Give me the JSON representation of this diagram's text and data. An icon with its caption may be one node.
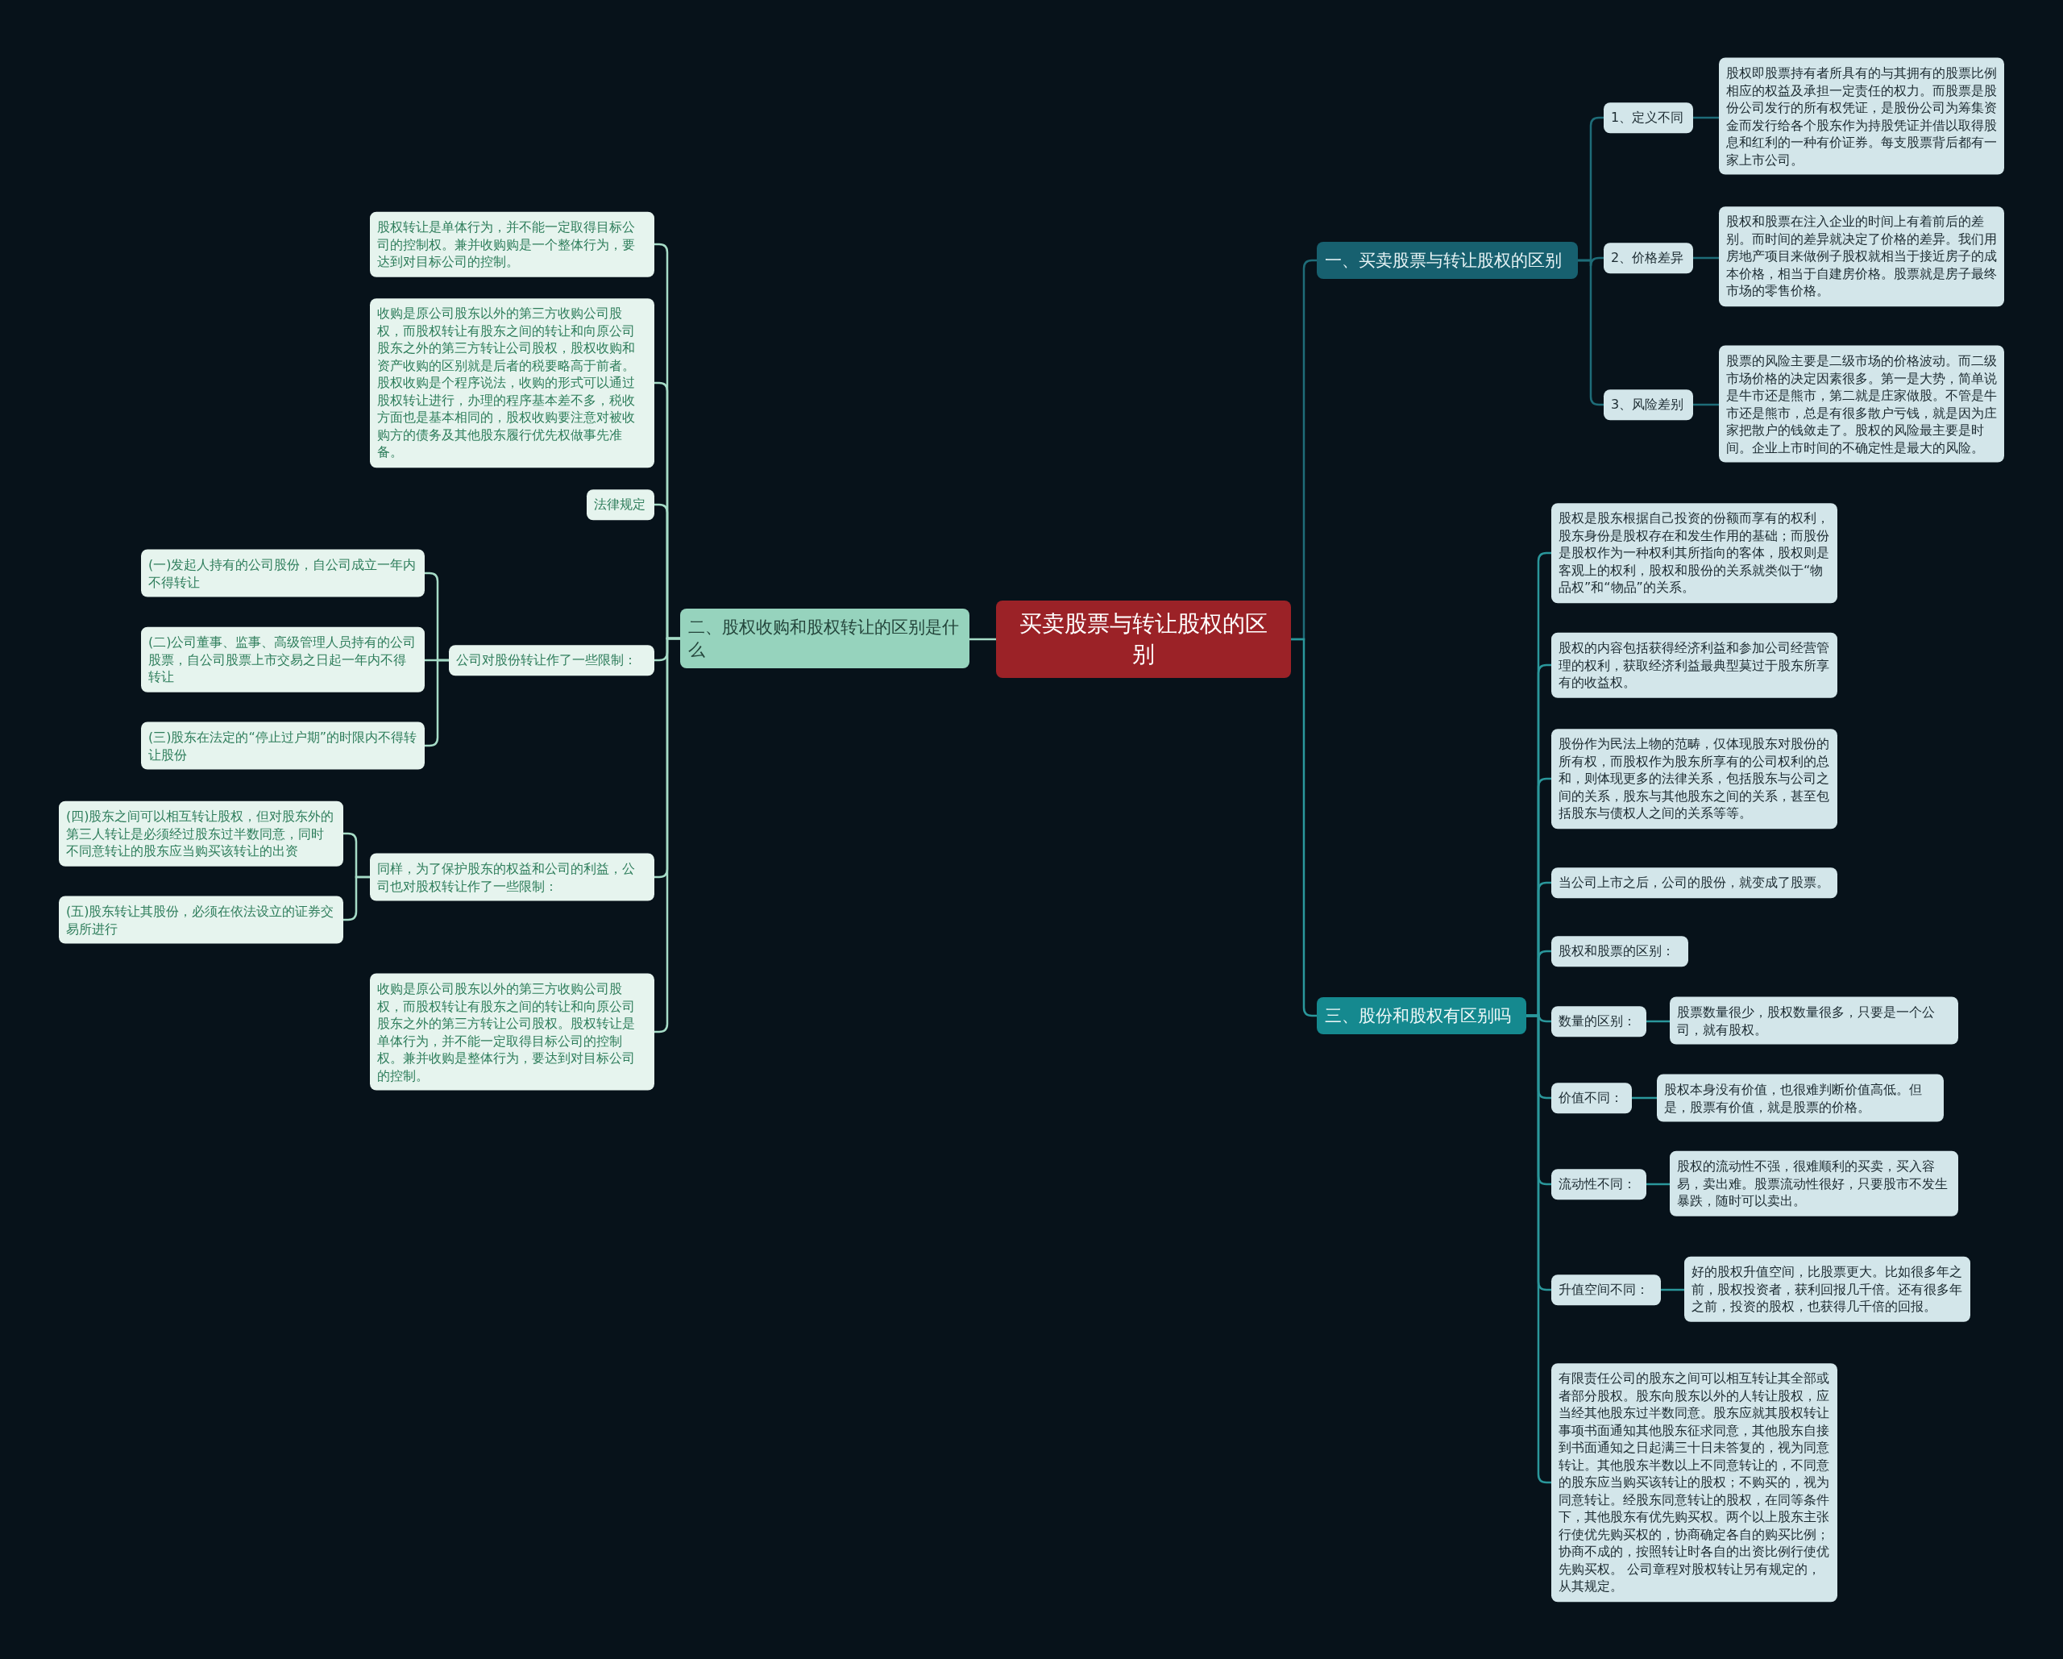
{
  "diagram": {
    "nodes": [
      {
        "text": [
          "买卖股票与转让股权的区别"
        ]
      },
      {
        "text": [
          "一、买卖股票与转让股权的区别"
        ]
      },
      {
        "text": [
          "1、定义不同"
        ]
      },
      {
        "text": [
          "股权即股票持有者所具有的与其拥有的股票比例相应的权益及承担一定责任的权力。而股票是股份公司发行的所有权凭证，是股份公司为筹集资金而发行给各个股东作为持股凭证并借以取得股息和红利的一种有价证券。每支股票背后都有一家上市公司。"
        ]
      },
      {
        "text": [
          "2、价格差异"
        ]
      },
      {
        "text": [
          "股权和股票在注入企业的时间上有着前后的差别。而时间的差异就决定了价格的差异。我们用房地产项目来做例子股权就相当于接近房子的成本价格，相当于自建房价格。股票就是房子最终市场的零售价格。"
        ]
      },
      {
        "text": [
          "3、风险差别"
        ]
      },
      {
        "text": [
          "股票的风险主要是二级市场的价格波动。而二级市场价格的决定因素很多。第一是大势，简单说是牛市还是熊市，第二就是庄家做股。不管是牛市还是熊市，总是有很多散户亏钱，就是因为庄家把散户的钱敛走了。股权的风险最主要是时间。企业上市时间的不确定性是最大的风险。"
        ]
      },
      {
        "text": [
          "二、股权收购和股权转让的区别是什么"
        ]
      },
      {
        "text": [
          "股权转让是单体行为，并不能一定取得目标公司的控制权。兼并收购购是一个整体行为，要达到对目标公司的控制。"
        ]
      },
      {
        "text": [
          "收购是原公司股东以外的第三方收购公司股权，而股权转让有股东之间的转让和向原公司股东之外的第三方转让公司股权，股权收购和资产收购的区别就是后者的税要略高于前者。股权收购是个程序说法，收购的形式可以通过股权转让进行，办理的程序基本差不多，税收方面也是基本相同的，股权收购要注意对被收购方的债务及其他股东履行优先权做事先准备。"
        ]
      },
      {
        "text": [
          "法律规定"
        ]
      },
      {
        "text": [
          "公司对股份转让作了一些限制："
        ]
      },
      {
        "text": [
          "(一)发起人持有的公司股份，自公司成立一年内不得转让"
        ]
      },
      {
        "text": [
          "(二)公司董事、监事、高级管理人员持有的公司股票，自公司股票上市交易之日起一年内不得转让"
        ]
      },
      {
        "text": [
          "(三)股东在法定的“停止过户期”的时限内不得转让股份"
        ]
      },
      {
        "text": [
          "同样，为了保护股东的权益和公司的利益，公司也对股权转让作了一些限制："
        ]
      },
      {
        "text": [
          "(四)股东之间可以相互转让股权，但对股东外的第三人转让是必须经过股东过半数同意，同时不同意转让的股东应当购买该转让的出资"
        ]
      },
      {
        "text": [
          "(五)股东转让其股份，必须在依法设立的证券交易所进行"
        ]
      },
      {
        "text": [
          "收购是原公司股东以外的第三方收购公司股权，而股权转让有股东之间的转让和向原公司股东之外的第三方转让公司股权。股权转让是单体行为，并不能一定取得目标公司的控制权。兼并收购是整体行为，要达到对目标公司的控制。"
        ]
      },
      {
        "text": [
          "三、股份和股权有区别吗"
        ]
      },
      {
        "text": [
          "股权是股东根据自己投资的份额而享有的权利，股东身份是股权存在和发生作用的基础；而股份是股权作为一种权利其所指向的客体，股权则是客观上的权利，股权和股份的关系就类似于“物品权”和“物品”的关系。"
        ]
      },
      {
        "text": [
          "股权的内容包括获得经济利益和参加公司经营管理的权利，获取经济利益最典型莫过于股东所享有的收益权。"
        ]
      },
      {
        "text": [
          "股份作为民法上物的范畴，仅体现股东对股份的所有权，而股权作为股东所享有的公司权利的总和，则体现更多的法律关系，包括股东与公司之间的关系，股东与其他股东之间的关系，甚至包括股东与债权人之间的关系等等。"
        ]
      },
      {
        "text": [
          "当公司上市之后，公司的股份，就变成了股票。"
        ]
      },
      {
        "text": [
          "股权和股票的区别："
        ]
      },
      {
        "text": [
          "数量的区别："
        ]
      },
      {
        "text": [
          "股票数量很少，股权数量很多，只要是一个公司，就有股权。"
        ]
      },
      {
        "text": [
          "价值不同："
        ]
      },
      {
        "text": [
          "股权本身没有价值，也很难判断价值高低。但是，股票有价值，就是股票的价格。"
        ]
      },
      {
        "text": [
          "流动性不同："
        ]
      },
      {
        "text": [
          "股权的流动性不强，很难顺利的买卖，买入容易，卖出难。股票流动性很好，只要股市不发生暴跌，随时可以卖出。"
        ]
      },
      {
        "text": [
          "升值空间不同："
        ]
      },
      {
        "text": [
          "好的股权升值空间，比股票更大。比如很多年之前，股权投资者，获利回报几千倍。还有很多年之前，投资的股权，也获得几千倍的回报。"
        ]
      },
      {
        "text": [
          "有限责任公司的股东之间可以相互转让其全部或者部分股权。股东向股东以外的人转让股权，应当经其他股东过半数同意。股东应就其股权转让事项书面通知其他股东征求同意，其他股东自接到书面通知之日起满三十日未答复的，视为同意转让。其他股东半数以上不同意转让的，不同意的股东应当购买该转让的股权；不购买的，视为同意转让。经股东同意转让的股权，在同等条件下，其他股东有优先购买权。两个以上股东主张行使优先购买权的，协商确定各自的购买比例；协商不成的，按照转让时各自的出资比例行使优先购买权。 公司章程对股权转让另有规定的，从其规定。"
        ]
      }
    ],
    "edges": [
      {
        "from": 0,
        "to": 1,
        "arrow": "none",
        "color": "#1e6c78"
      },
      {
        "from": 1,
        "to": 2,
        "arrow": "none",
        "color": "#1e6c78"
      },
      {
        "from": 2,
        "to": 3,
        "arrow": "none",
        "color": "#1e6c78"
      },
      {
        "from": 1,
        "to": 4,
        "arrow": "none",
        "color": "#1e6c78"
      },
      {
        "from": 4,
        "to": 5,
        "arrow": "none",
        "color": "#1e6c78"
      },
      {
        "from": 1,
        "to": 6,
        "arrow": "none",
        "color": "#1e6c78"
      },
      {
        "from": 6,
        "to": 7,
        "arrow": "none",
        "color": "#1e6c78"
      },
      {
        "from": 0,
        "to": 8,
        "arrow": "none",
        "color": "#a6dcc7"
      },
      {
        "from": 8,
        "to": 9,
        "arrow": "none",
        "color": "#a6dcc7"
      },
      {
        "from": 8,
        "to": 10,
        "arrow": "none",
        "color": "#a6dcc7"
      },
      {
        "from": 8,
        "to": 11,
        "arrow": "none",
        "color": "#a6dcc7"
      },
      {
        "from": 8,
        "to": 12,
        "arrow": "none",
        "color": "#a6dcc7"
      },
      {
        "from": 12,
        "to": 13,
        "arrow": "none",
        "color": "#a6dcc7"
      },
      {
        "from": 12,
        "to": 14,
        "arrow": "none",
        "color": "#a6dcc7"
      },
      {
        "from": 12,
        "to": 15,
        "arrow": "none",
        "color": "#a6dcc7"
      },
      {
        "from": 8,
        "to": 16,
        "arrow": "none",
        "color": "#a6dcc7"
      },
      {
        "from": 16,
        "to": 17,
        "arrow": "none",
        "color": "#a6dcc7"
      },
      {
        "from": 16,
        "to": 18,
        "arrow": "none",
        "color": "#a6dcc7"
      },
      {
        "from": 8,
        "to": 19,
        "arrow": "none",
        "color": "#a6dcc7"
      },
      {
        "from": 0,
        "to": 20,
        "arrow": "none"
      },
      {
        "from": 20,
        "to": 21,
        "arrow": "none"
      },
      {
        "from": 20,
        "to": 22,
        "arrow": "none"
      },
      {
        "from": 20,
        "to": 23,
        "arrow": "none"
      },
      {
        "from": 20,
        "to": 24,
        "arrow": "none"
      },
      {
        "from": 20,
        "to": 25,
        "arrow": "none"
      },
      {
        "from": 20,
        "to": 26,
        "arrow": "none"
      },
      {
        "from": 26,
        "to": 27,
        "arrow": "none"
      },
      {
        "from": 20,
        "to": 28,
        "arrow": "none"
      },
      {
        "from": 28,
        "to": 29,
        "arrow": "none"
      },
      {
        "from": 20,
        "to": 30,
        "arrow": "none"
      },
      {
        "from": 30,
        "to": 31,
        "arrow": "none"
      },
      {
        "from": 20,
        "to": 32,
        "arrow": "none"
      },
      {
        "from": 32,
        "to": 33,
        "arrow": "none"
      },
      {
        "from": 20,
        "to": 34,
        "arrow": "none"
      }
    ]
  }
}
